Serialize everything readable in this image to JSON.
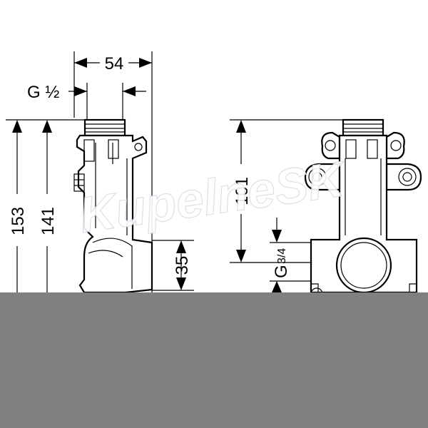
{
  "dimensions": {
    "width_top": "54",
    "thread_top": "G ½",
    "height_total": "153",
    "height_body": "141",
    "height_front": "101",
    "height_outlet": "35",
    "thread_outlet_main": "G",
    "thread_outlet_fraction": "3/4"
  },
  "watermark": "KupelneSK",
  "colors": {
    "line": "#000000",
    "background": "#ffffff",
    "bottom_band": "#808080",
    "watermark": "#d9dde6"
  }
}
